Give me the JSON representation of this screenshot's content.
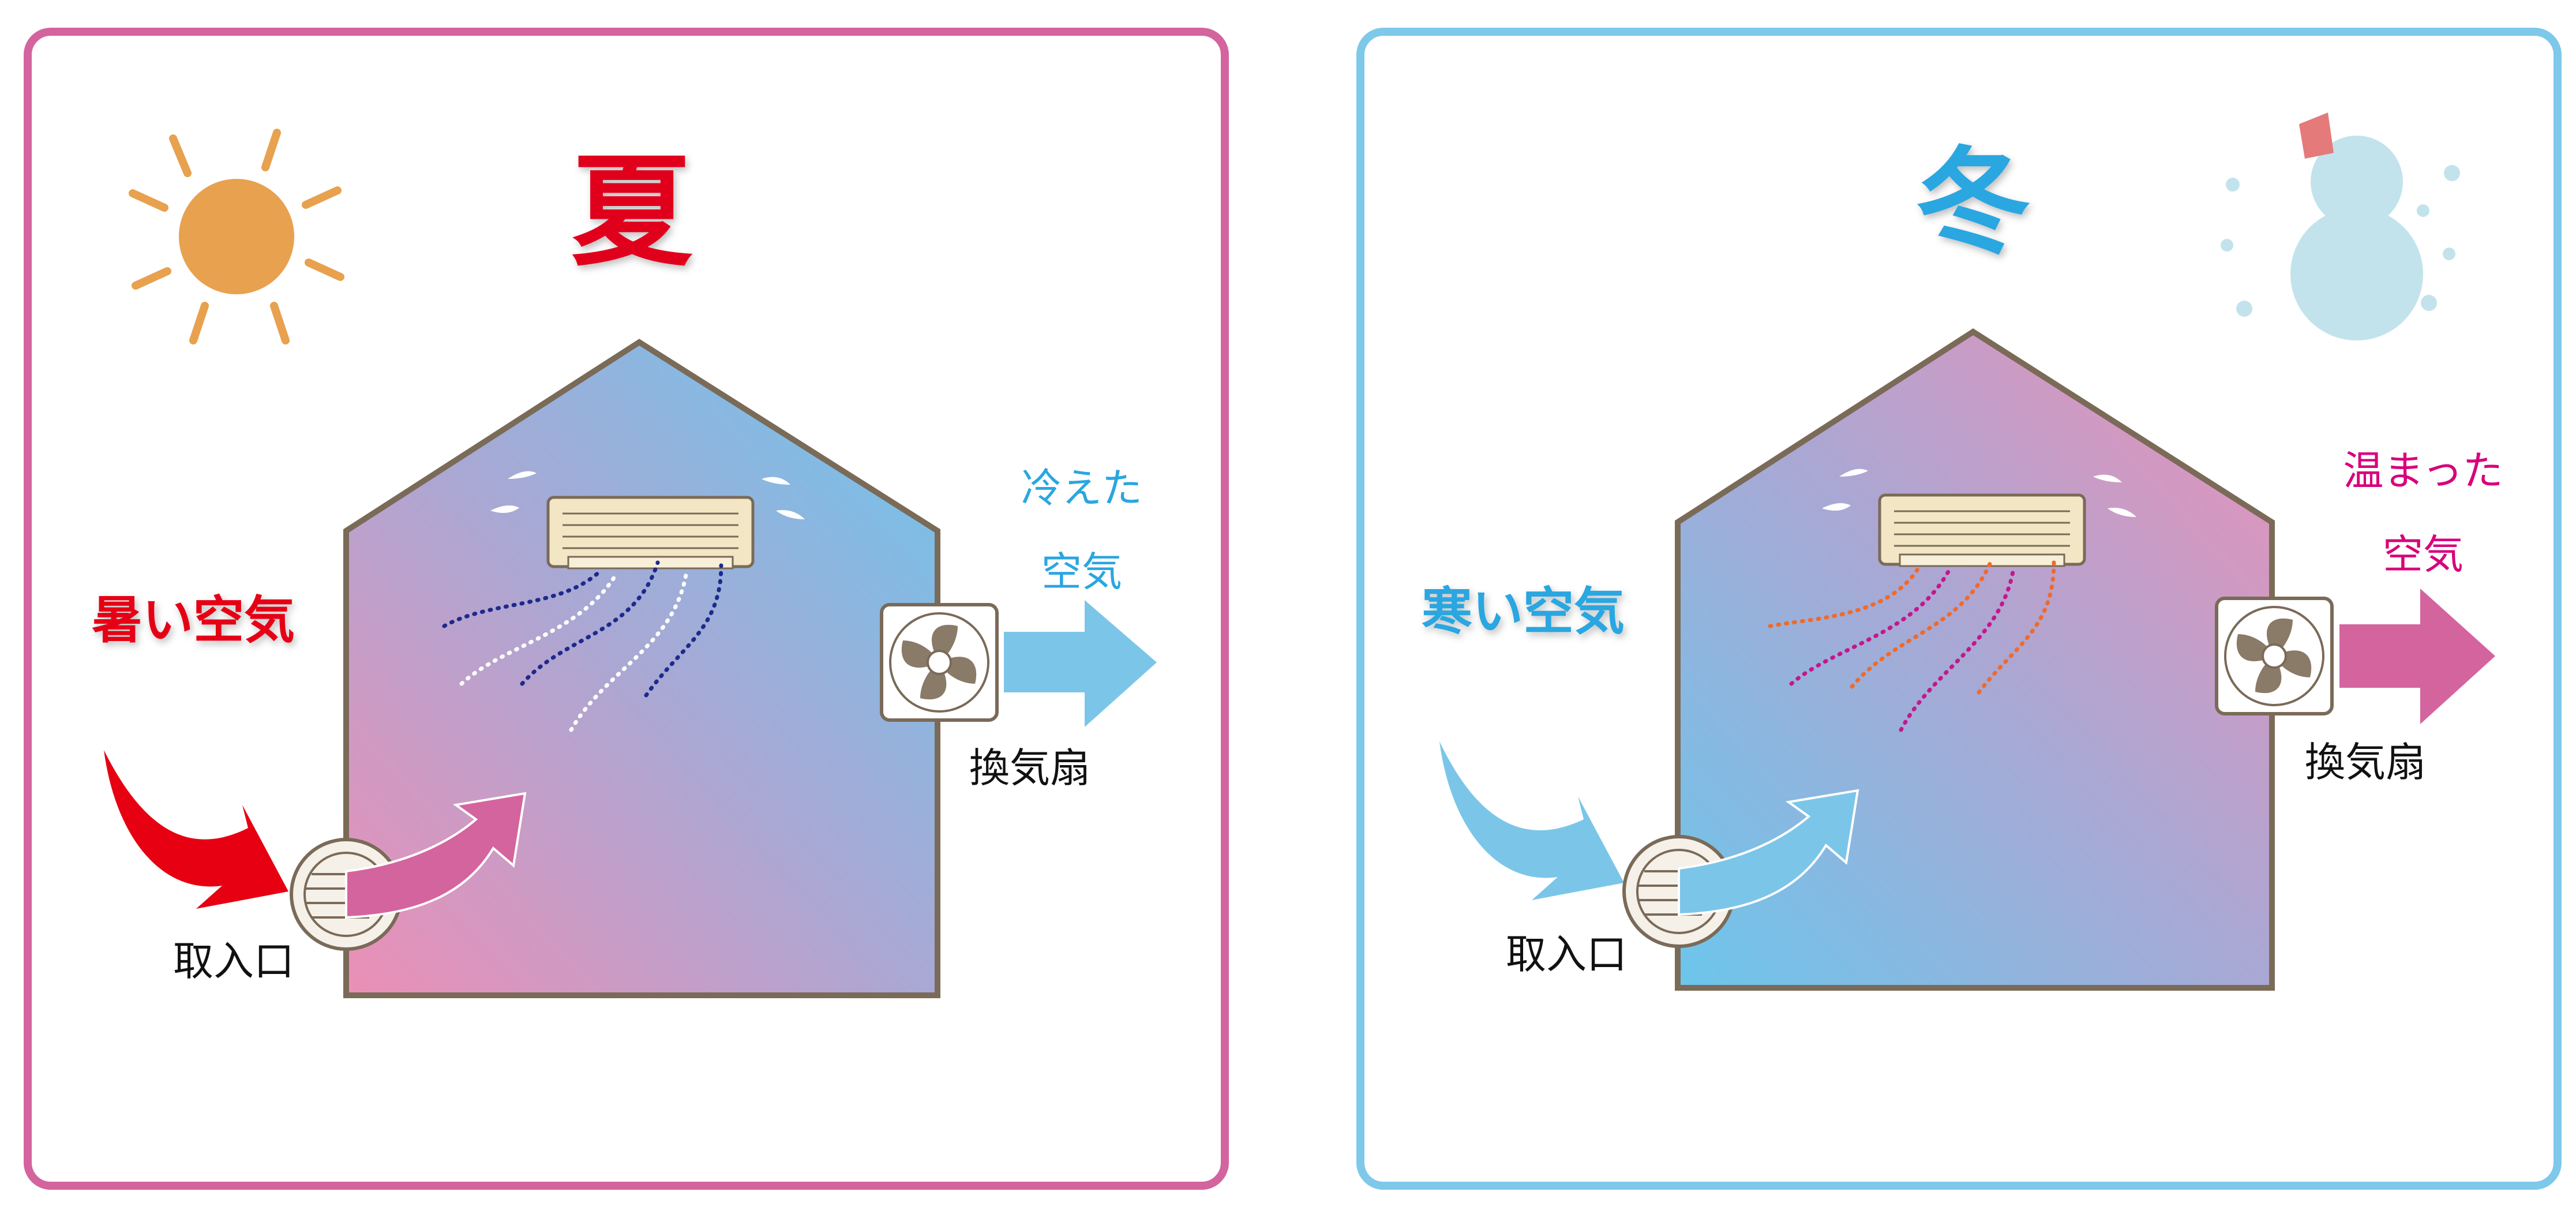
{
  "summer": {
    "title": "夏",
    "outside_air": "暑い空気",
    "exhaust_air_line1": "冷えた",
    "exhaust_air_line2": "空気",
    "fan_label": "換気扇",
    "intake_label": "取入口"
  },
  "winter": {
    "title": "冬",
    "outside_air": "寒い空気",
    "exhaust_air_line1": "温まった",
    "exhaust_air_line2": "空気",
    "fan_label": "換気扇",
    "intake_label": "取入口"
  },
  "colors": {
    "summer_border": "#d4649e",
    "winter_border": "#7ec8ea",
    "summer_title": "#e0001a",
    "winter_title": "#2aa6e0",
    "hot_air": "#e60012",
    "cold_air": "#7bc6e8",
    "warm_air": "#d4649e",
    "sun": "#e8a14e",
    "snowman": "#c3e3ec",
    "house_outline": "#7a6a58",
    "ac_unit": "#f2e6c4"
  },
  "icons": {
    "summer_weather": "sun-icon",
    "winter_weather": "snowman-icon",
    "fan": "ventilation-fan-icon",
    "intake": "intake-vent-icon",
    "ac": "air-conditioner-icon"
  }
}
